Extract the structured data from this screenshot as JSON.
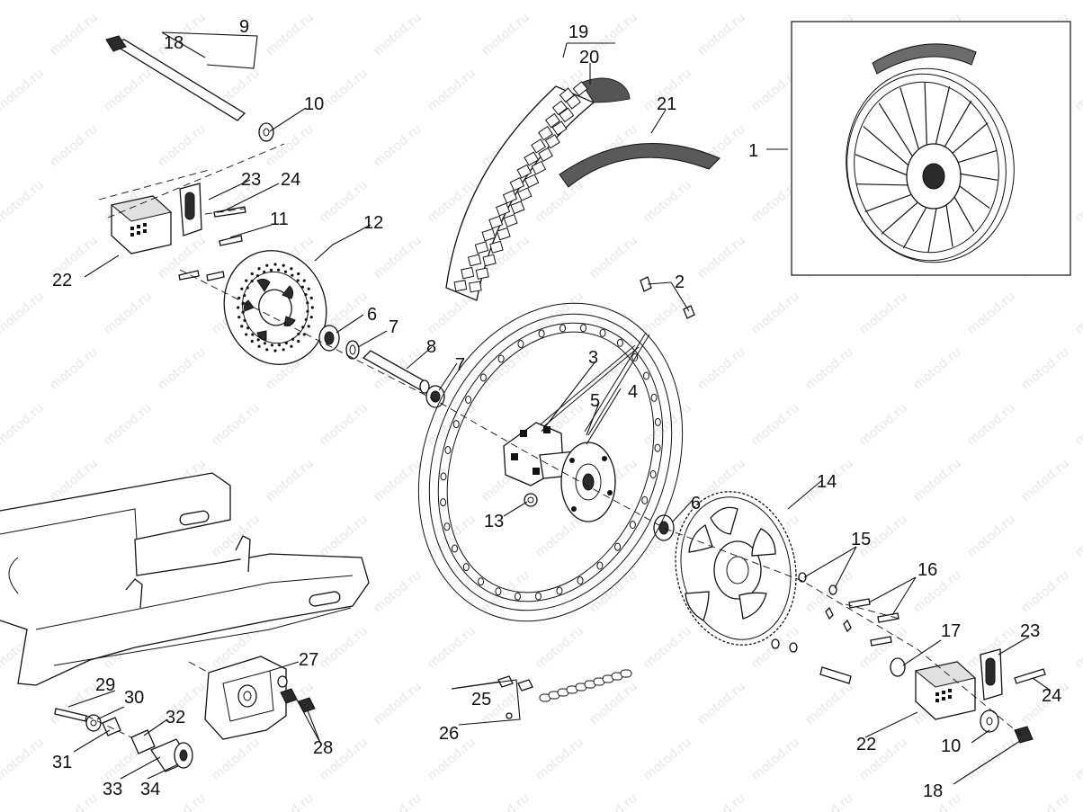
{
  "watermark": "motod.ru",
  "callouts": [
    {
      "id": "c1",
      "text": "1"
    },
    {
      "id": "c2",
      "text": "2"
    },
    {
      "id": "c3",
      "text": "3"
    },
    {
      "id": "c4",
      "text": "4"
    },
    {
      "id": "c5",
      "text": "5"
    },
    {
      "id": "c6a",
      "text": "6"
    },
    {
      "id": "c6b",
      "text": "6"
    },
    {
      "id": "c7a",
      "text": "7"
    },
    {
      "id": "c7b",
      "text": "7"
    },
    {
      "id": "c8",
      "text": "8"
    },
    {
      "id": "c9",
      "text": "9"
    },
    {
      "id": "c10a",
      "text": "10"
    },
    {
      "id": "c10b",
      "text": "10"
    },
    {
      "id": "c11",
      "text": "11"
    },
    {
      "id": "c12",
      "text": "12"
    },
    {
      "id": "c13",
      "text": "13"
    },
    {
      "id": "c14",
      "text": "14"
    },
    {
      "id": "c15",
      "text": "15"
    },
    {
      "id": "c16",
      "text": "16"
    },
    {
      "id": "c17",
      "text": "17"
    },
    {
      "id": "c18a",
      "text": "18"
    },
    {
      "id": "c18b",
      "text": "18"
    },
    {
      "id": "c19",
      "text": "19"
    },
    {
      "id": "c20",
      "text": "20"
    },
    {
      "id": "c21",
      "text": "21"
    },
    {
      "id": "c22a",
      "text": "22"
    },
    {
      "id": "c22b",
      "text": "22"
    },
    {
      "id": "c23a",
      "text": "23"
    },
    {
      "id": "c23b",
      "text": "23"
    },
    {
      "id": "c24a",
      "text": "24"
    },
    {
      "id": "c24b",
      "text": "24"
    },
    {
      "id": "c25",
      "text": "25"
    },
    {
      "id": "c26",
      "text": "26"
    },
    {
      "id": "c27",
      "text": "27"
    },
    {
      "id": "c28",
      "text": "28"
    },
    {
      "id": "c29",
      "text": "29"
    },
    {
      "id": "c30",
      "text": "30"
    },
    {
      "id": "c31",
      "text": "31"
    },
    {
      "id": "c32",
      "text": "32"
    },
    {
      "id": "c33",
      "text": "33"
    },
    {
      "id": "c34",
      "text": "34"
    }
  ]
}
